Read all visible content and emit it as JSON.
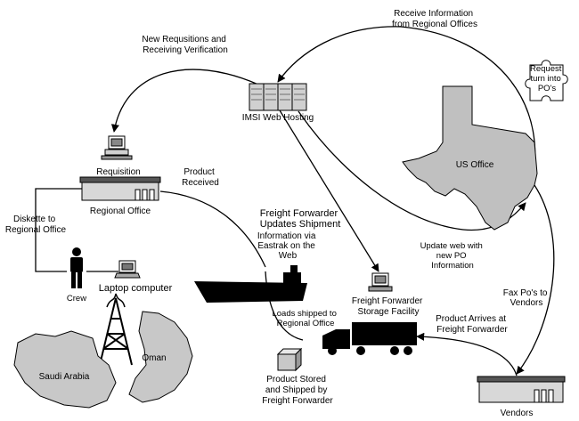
{
  "labels": {
    "receive_info": [
      "Receive Information",
      "from Regional Offices"
    ],
    "new_requisitions": [
      "New Requsitions and",
      "Receiving Verification"
    ],
    "request_po": [
      "Request",
      "turn into",
      "PO's"
    ],
    "imsi_hosting": "IMSI Web Hosting",
    "us_office": "US Office",
    "requisition": "Requisition",
    "product_received": [
      "Product",
      "Received"
    ],
    "regional_office": "Regional Office",
    "diskette": [
      "Diskette to",
      "Regional Office"
    ],
    "freight_updates": [
      "Freight Forwarder",
      "Updates Shipment"
    ],
    "freight_updates_sub": [
      "Information via",
      "Eastrak on the",
      "Web"
    ],
    "update_web": [
      "Update web with",
      "new PO",
      "Information"
    ],
    "laptop": "Laptop computer",
    "crew": "Crew",
    "ff_storage": [
      "Freight Forwarder",
      "Storage Facility"
    ],
    "fax_pos": [
      "Fax Po's to",
      "Vendors"
    ],
    "loads_shipped": [
      "Loads shipped to",
      "Regional Office"
    ],
    "product_arrives": [
      "Product Arrives at",
      "Freight Forwarder"
    ],
    "saudi_arabia": "Saudi Arabia",
    "oman": "Oman",
    "product_stored": [
      "Product Stored",
      "and Shipped by",
      "Freight Forwarder"
    ],
    "vendors": "Vendors"
  }
}
